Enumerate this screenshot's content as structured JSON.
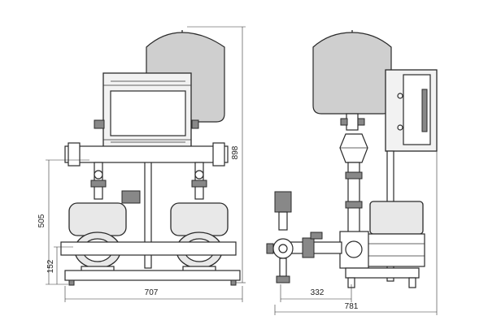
{
  "dimensions": {
    "width_total": "707",
    "height_total": "898",
    "height_outlet": "505",
    "height_inlet": "152",
    "depth_inlet": "332",
    "depth_total": "781"
  }
}
